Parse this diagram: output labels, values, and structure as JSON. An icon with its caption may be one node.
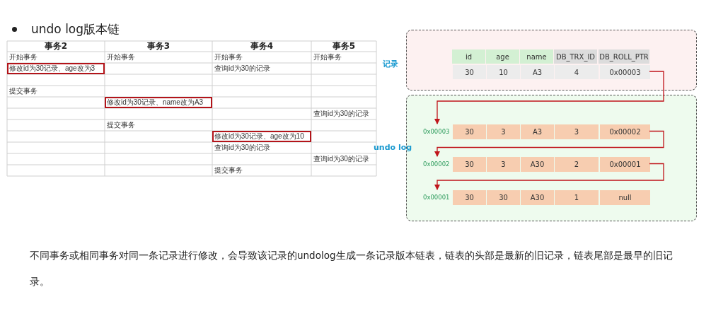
{
  "diagram": {
    "title": "undo log版本链",
    "caption": "不同事务或相同事务对同一条记录进行修改，会导致该记录的undolog生成一条记录版本链表，链表的头部是最新的旧记录，链表尾部是最早的旧记录。",
    "nodes": [
      {
        "text": [
          "记录"
        ]
      },
      {
        "text": [
          "undo log"
        ]
      },
      {
        "text": [
          "30",
          "10",
          "A3",
          "4",
          "0x00003"
        ],
        "in": 0
      },
      {
        "text": [
          "30",
          "3",
          "A3",
          "3",
          "0x00002"
        ],
        "in": 1,
        "beside": [
          "0x00003"
        ]
      },
      {
        "text": [
          "30",
          "3",
          "A30",
          "2",
          "0x00001"
        ],
        "in": 1,
        "beside": [
          "0x00002"
        ]
      },
      {
        "text": [
          "30",
          "30",
          "A30",
          "1",
          "null"
        ],
        "in": 1,
        "beside": [
          "0x00001"
        ]
      },
      {
        "text": [
          "修改id为30记录、age改为3"
        ]
      },
      {
        "text": [
          "修改id为30记录、name改为A3"
        ]
      },
      {
        "text": [
          "修改id为30记录、age改为10"
        ]
      }
    ],
    "edges": [
      {
        "from": 2,
        "to": 3,
        "arrow": "to"
      },
      {
        "from": 3,
        "to": 4,
        "arrow": "to"
      },
      {
        "from": 4,
        "to": 5,
        "arrow": "to"
      }
    ],
    "labels": [
      "事务2",
      "事务3",
      "事务4",
      "事务5",
      "开始事务",
      "开始事务",
      "开始事务",
      "开始事务",
      "查询id为30的记录",
      "提交事务",
      "查询id为30的记录",
      "提交事务",
      "查询id为30的记录",
      "查询id为30的记录",
      "提交事务",
      "id",
      "age",
      "name",
      "DB_TRX_ID",
      "DB_ROLL_PTR"
    ]
  }
}
